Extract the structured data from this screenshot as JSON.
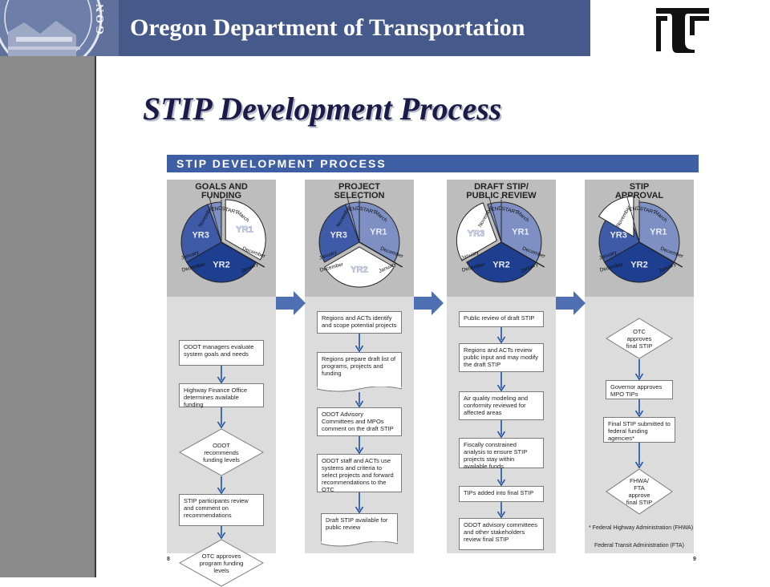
{
  "header": {
    "org_name": "Oregon Department of Transportation",
    "seal_text": "GON"
  },
  "slide": {
    "title": "STIP Development Process"
  },
  "figure": {
    "header": "STIP DEVELOPMENT PROCESS",
    "pie_labels": {
      "yr1": "YR1",
      "yr2": "YR2",
      "yr3": "YR3",
      "start": "START",
      "end": "END",
      "march": "March",
      "november": "November",
      "december": "December",
      "january": "January"
    },
    "columns": [
      {
        "title_lines": [
          "GOALS AND",
          "FUNDING"
        ],
        "steps": [
          {
            "shape": "rect",
            "text": "ODOT managers evaluate system goals and needs"
          },
          {
            "shape": "rect",
            "text": "Highway Finance Office determines available funding"
          },
          {
            "shape": "diamond",
            "text": "ODOT recommends funding levels"
          },
          {
            "shape": "rect",
            "text": "STIP participants review and comment on recommendations"
          },
          {
            "shape": "diamond",
            "text": "OTC approves program funding levels"
          }
        ]
      },
      {
        "title_lines": [
          "PROJECT",
          "SELECTION"
        ],
        "steps": [
          {
            "shape": "rect",
            "text": "Regions and ACTs identify and scope potential projects"
          },
          {
            "shape": "doc",
            "text": "Regions prepare draft list of programs, projects and funding"
          },
          {
            "shape": "rect",
            "text": "ODOT Advisory Committees and MPOs comment on the draft STIP"
          },
          {
            "shape": "rect",
            "text": "ODOT staff and ACTs use systems and criteria to select projects and forward recommendations to the OTC"
          },
          {
            "shape": "doc",
            "text": "Draft STIP available for public review"
          }
        ]
      },
      {
        "title_lines": [
          "DRAFT STIP/",
          "PUBLIC REVIEW"
        ],
        "steps": [
          {
            "shape": "rect",
            "text": "Public review of draft STIP"
          },
          {
            "shape": "rect",
            "text": "Regions and ACTs review public input and may modify the draft STIP"
          },
          {
            "shape": "rect",
            "text": "Air quality modeling and conformity reviewed for affected areas"
          },
          {
            "shape": "rect",
            "text": "Fiscally constrained analysis to ensure STIP projects stay within available funds"
          },
          {
            "shape": "rect",
            "text": "TIPs added into final STIP"
          },
          {
            "shape": "rect",
            "text": "ODOT advisory committees and other stakeholders review final STIP"
          }
        ]
      },
      {
        "title_lines": [
          "STIP",
          "APPROVAL"
        ],
        "steps": [
          {
            "shape": "diamond",
            "text": "OTC approves final STIP"
          },
          {
            "shape": "rect",
            "text": "Governor approves MPO TIPs"
          },
          {
            "shape": "rect",
            "text": "Final STIP submitted to federal funding agencies*"
          },
          {
            "shape": "diamond",
            "text": "FHWA/ FTA approve final STIP"
          }
        ]
      }
    ],
    "footnotes": [
      "* Federal Highway Administration (FHWA)",
      "Federal Transit Administration (FTA)"
    ],
    "page_numbers": [
      "8",
      "9"
    ]
  },
  "colors": {
    "header_bar": "#45598a",
    "figure_header": "#3f5fa5",
    "flow_arrow": "#1f4fa0",
    "pie_light": "#7e8fc4",
    "pie_mid": "#3f5ba8",
    "pie_dark": "#1e3f8f"
  }
}
